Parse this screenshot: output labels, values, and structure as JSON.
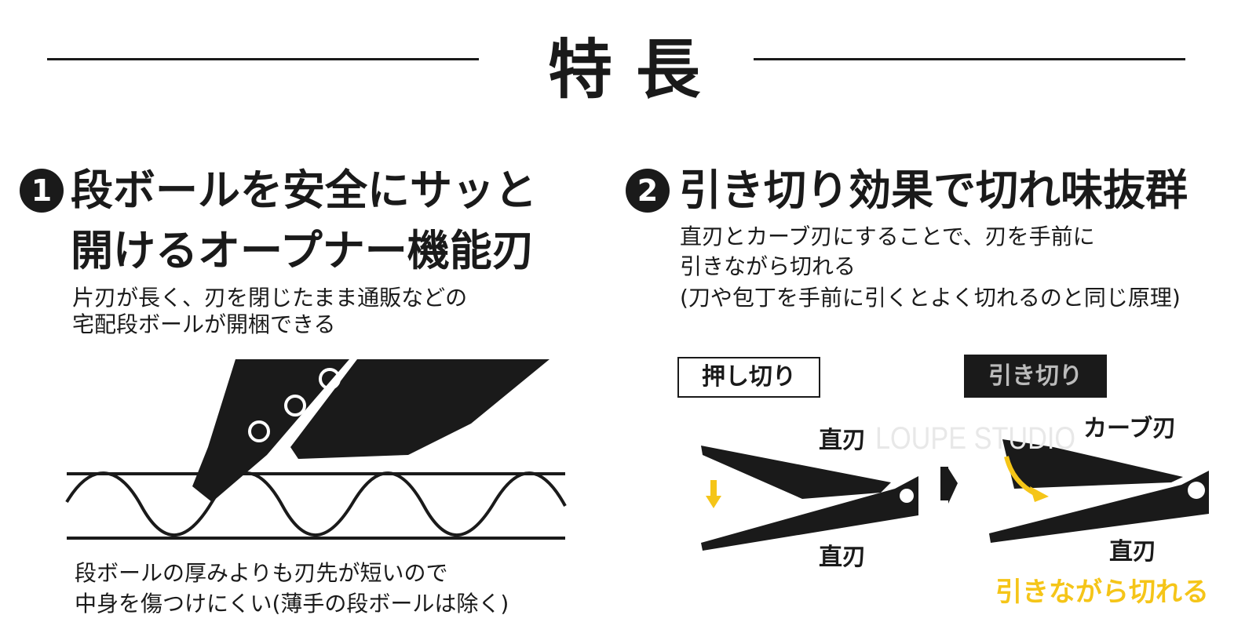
{
  "title": "特長",
  "feature1": {
    "number": "1",
    "heading_line1": "段ボールを安全にサッと",
    "heading_line2": "開けるオープナー機能刃",
    "desc_line1": "片刃が長く、刃を閉じたまま通販などの",
    "desc_line2": "宅配段ボールが開梱できる",
    "caption_line1": "段ボールの厚みよりも刃先が短いので",
    "caption_line2": "中身を傷つけにくい(薄手の段ボールは除く)"
  },
  "feature2": {
    "number": "2",
    "heading": "引き切り効果で切れ味抜群",
    "desc_line1": "直刃とカーブ刃にすることで、刃を手前に",
    "desc_line2": "引きながら切れる",
    "desc_line3": "(刀や包丁を手前に引くとよく切れるのと同じ原理)",
    "push_label": "押し切り",
    "pull_label": "引き切り",
    "straight_blade": "直刃",
    "curved_blade": "カーブ刃",
    "pull_caption": "引きながら切れる"
  },
  "watermark": "LOUPE STUDIO",
  "colors": {
    "ink": "#1a1a1a",
    "accent": "#f5c518"
  }
}
